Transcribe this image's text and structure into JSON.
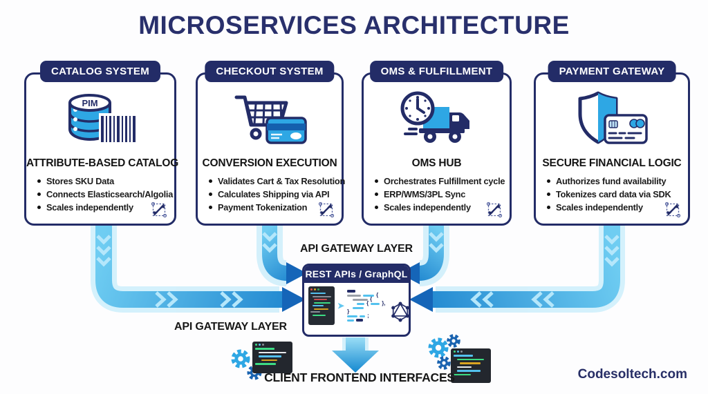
{
  "page": {
    "title": "MICROSERVICES ARCHITECTURE",
    "brand": "Codesoltech.com"
  },
  "colors": {
    "navy": "#232c67",
    "blue": "#2ea7e4",
    "deep_blue": "#1565b8",
    "glow_cyan": "#cdeefb",
    "chevron_cyan": "#b5e7fb",
    "text_black": "#171717"
  },
  "services": [
    {
      "header": "CATALOG SYSTEM",
      "icon": "database-barcode-icon",
      "icon_label": "PIM",
      "subtitle": "ATTRIBUTE-BASED CATALOG",
      "bullets": [
        "Stores SKU Data",
        "Connects Elasticsearch/Algolia",
        "Scales independently"
      ]
    },
    {
      "header": "CHECKOUT SYSTEM",
      "icon": "cart-creditcard-icon",
      "subtitle": "CONVERSION EXECUTION",
      "bullets": [
        "Validates Cart & Tax Resolution",
        "Calculates Shipping via API",
        "Payment Tokenization"
      ]
    },
    {
      "header": "OMS & FULFILLMENT",
      "icon": "clock-truck-icon",
      "subtitle": "OMS HUB",
      "bullets": [
        "Orchestrates Fulfillment cycle",
        "ERP/WMS/3PL Sync",
        "Scales independently"
      ]
    },
    {
      "header": "PAYMENT GATEWAY",
      "icon": "shield-creditcard-icon",
      "subtitle": "SECURE FINANCIAL LOGIC",
      "bullets": [
        "Authorizes fund availability",
        "Tokenizes card data via SDK",
        "Scales independently"
      ]
    }
  ],
  "gateway": {
    "label_top": "API GATEWAY LAYER",
    "label_bottom_left": "API GATEWAY LAYER",
    "api_box_title": "REST APIs / GraphQL"
  },
  "client": {
    "label": "CLIENT FRONTEND INTERFACES"
  },
  "code_decor": {
    "open_brace": "{",
    "close_brace": "}",
    "close_brace_comma": "},",
    "semicolon": ";"
  }
}
